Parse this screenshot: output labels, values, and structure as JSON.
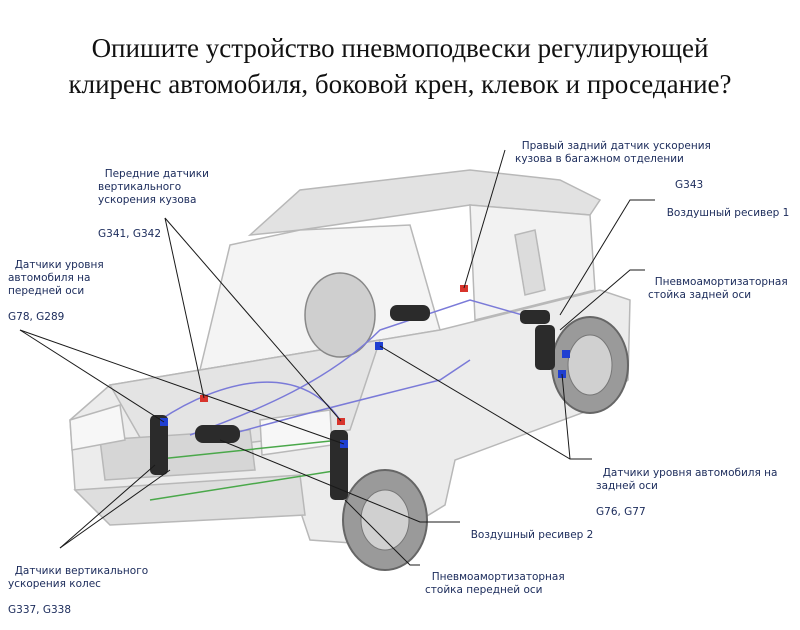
{
  "title": {
    "line1": "Опишите устройство пневмоподвески регулирующей",
    "line2": "клиренс автомобиля, боковой крен, клевок и проседание?"
  },
  "labels": {
    "front_accel": {
      "text": "Передние датчики\nвертикального\nускорения кузова",
      "code": "G341, G342"
    },
    "front_level": {
      "text": "Датчики уровня\nавтомобиля на\nпередней оси",
      "code": "G78, G289"
    },
    "wheel_accel": {
      "text": "Датчики вертикального\nускорения колес",
      "code": "G337, G338"
    },
    "rear_accel": {
      "text": "Правый задний датчик ускорения\nкузова в багажном отделении",
      "code": "G343"
    },
    "receiver1": {
      "text": "Воздушный ресивер 1"
    },
    "rear_strut": {
      "text": "Пневмоамортизаторная\nстойка задней оси"
    },
    "rear_level": {
      "text": "Датчики уровня автомобиля на\nзадней оси",
      "code": "G76, G77"
    },
    "receiver2": {
      "text": "Воздушный ресивер 2"
    },
    "front_strut": {
      "text": "Пневмоамортизаторная\nстойка передней оси"
    }
  },
  "colors": {
    "leader": "#1a1a1a",
    "car_body": "#ececec",
    "car_outline": "#b8b8b8",
    "strut": "#2b2b2b",
    "sensor_blue": "#1f3fd1",
    "sensor_red": "#d8342c",
    "air_line": "#7a7ad8",
    "green_line": "#4aa84a"
  },
  "icons": [
    "car-illustration",
    "air-spring",
    "sensor-marker"
  ]
}
